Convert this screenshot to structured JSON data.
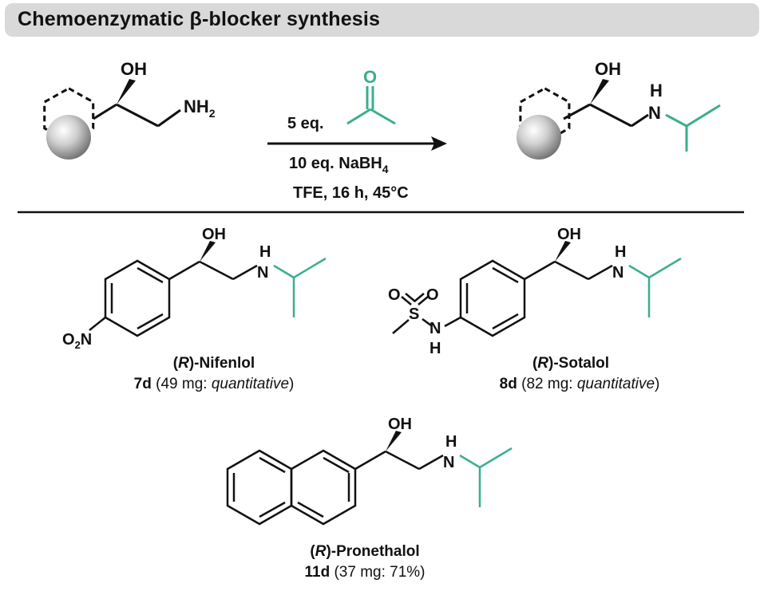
{
  "header": {
    "title": "Chemoenzymatic β-blocker synthesis"
  },
  "colors": {
    "accent": "#3bae8f",
    "header_bg": "#d9d9d9",
    "text": "#111111"
  },
  "reaction": {
    "start": {
      "oh": "OH",
      "nh": "NH",
      "nh_sub": "2"
    },
    "reagent": {
      "amount": "5 eq.",
      "carbonyl": "O"
    },
    "conditions": {
      "line1_main": "10 eq. NaBH",
      "line1_sub": "4",
      "line2": "TFE, 16 h, 45°C"
    },
    "product": {
      "oh": "OH",
      "h": "H",
      "n": "N"
    }
  },
  "compounds": [
    {
      "id": "nifenlol",
      "label_paren_open": "(",
      "label_config": "R",
      "label_rest": ")-Nifenlol",
      "number": "7d",
      "detail_prefix": " (49 mg: ",
      "detail_value": "quantitative",
      "detail_suffix": ")",
      "oh": "OH",
      "h": "H",
      "n": "N",
      "nitro_o": "O",
      "nitro_sub": "2",
      "nitro_n": "N"
    },
    {
      "id": "sotalol",
      "label_paren_open": "(",
      "label_config": "R",
      "label_rest": ")-Sotalol",
      "number": "8d",
      "detail_prefix": " (82 mg: ",
      "detail_value": "quantitative",
      "detail_suffix": ")",
      "oh": "OH",
      "h": "H",
      "n": "N",
      "o1": "O",
      "o2": "O",
      "s": "S",
      "nh_n": "N",
      "nh_h": "H"
    },
    {
      "id": "pronethalol",
      "label_paren_open": "(",
      "label_config": "R",
      "label_rest": ")-Pronethalol",
      "number": "11d",
      "detail_prefix": " (37 mg: 71%)",
      "detail_value": "",
      "detail_suffix": "",
      "oh": "OH",
      "h": "H",
      "n": "N"
    }
  ]
}
